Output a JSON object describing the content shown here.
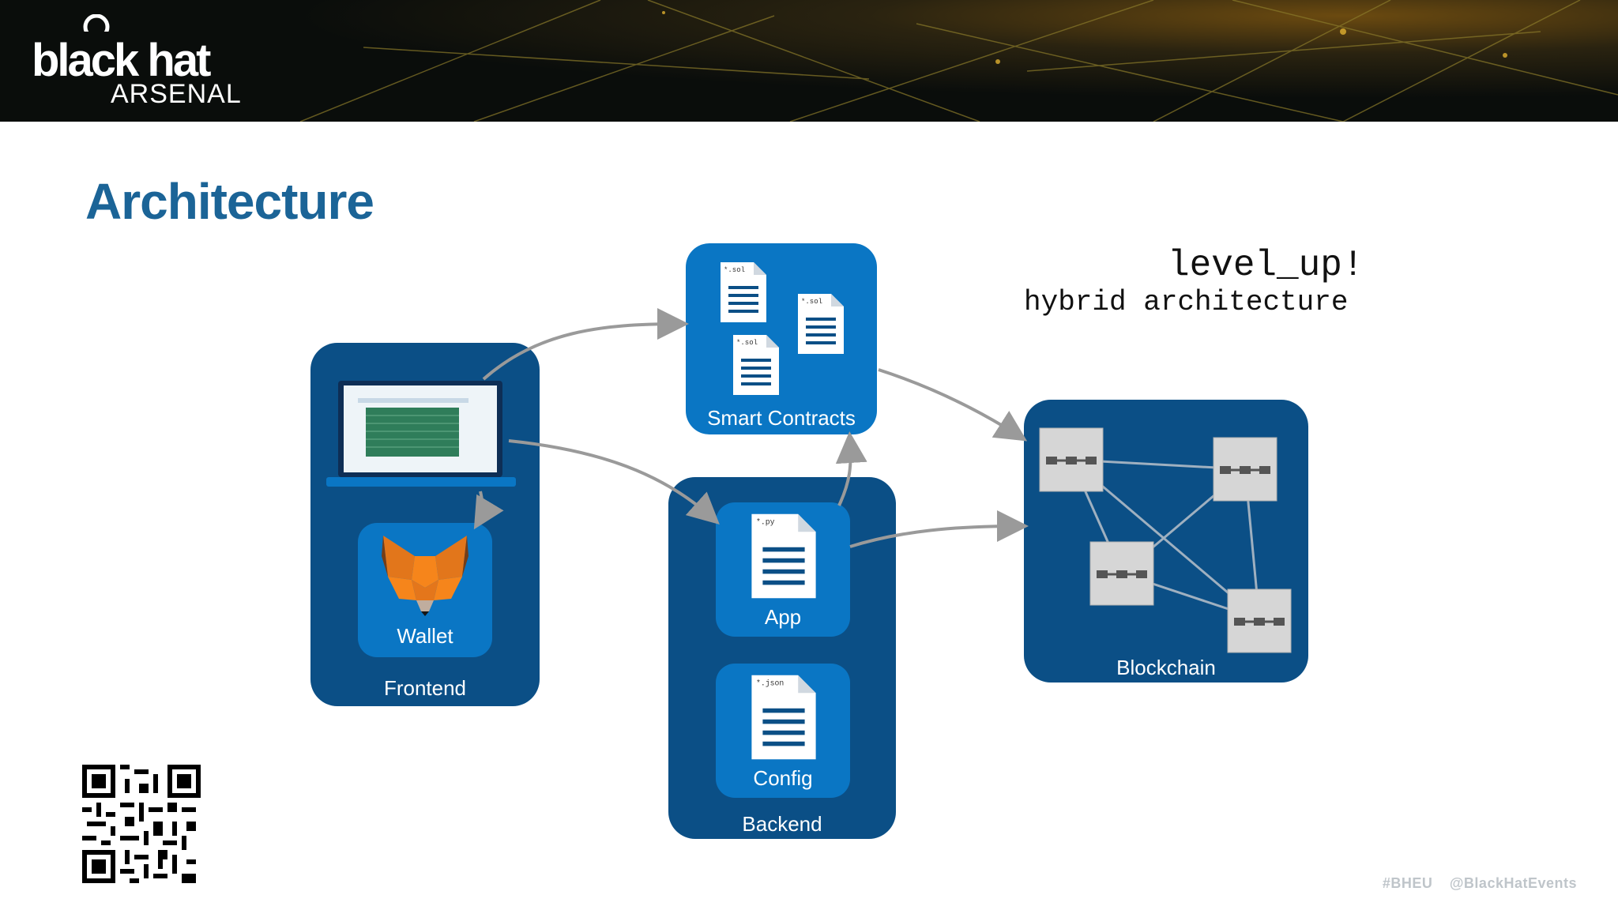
{
  "banner": {
    "logo_main": "black hat",
    "logo_sub": "ARSENAL"
  },
  "slide": {
    "title": "Architecture",
    "tagline_line1": "level_up!",
    "tagline_line2": "hybrid architecture"
  },
  "diagram": {
    "frontend": {
      "label": "Frontend",
      "wallet_label": "Wallet"
    },
    "smart_contracts": {
      "label": "Smart Contracts",
      "file_ext": "*.sol"
    },
    "backend": {
      "label": "Backend",
      "app_label": "App",
      "app_ext": "*.py",
      "config_label": "Config",
      "config_ext": "*.json"
    },
    "blockchain": {
      "label": "Blockchain"
    }
  },
  "footer": {
    "hashtag": "#BHEU",
    "handle": "@BlackHatEvents"
  },
  "colors": {
    "title": "#1b6497",
    "outer_box": "#0b4f86",
    "inner_box": "#0a76c4",
    "arrow": "#9a9a9a"
  }
}
